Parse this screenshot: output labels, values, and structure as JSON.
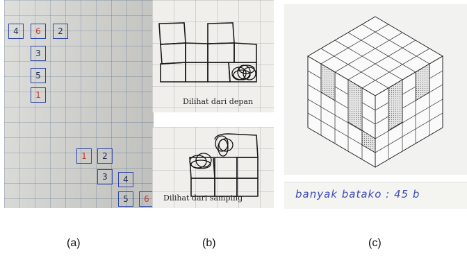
{
  "panel_a": {
    "cells": [
      {
        "text": "4",
        "red": false
      },
      {
        "text": "6",
        "red": true
      },
      {
        "text": "2",
        "red": false
      },
      {
        "text": "3",
        "red": false
      },
      {
        "text": "5",
        "red": false
      },
      {
        "text": "1",
        "red": true
      },
      {
        "text": "1",
        "red": true
      },
      {
        "text": "2",
        "red": false
      },
      {
        "text": "3",
        "red": false
      },
      {
        "text": "4",
        "red": false
      },
      {
        "text": "5",
        "red": false
      },
      {
        "text": "6",
        "red": true
      }
    ]
  },
  "panel_b": {
    "front_caption": "Dilihat dari depan",
    "side_caption": "Dilihat dari samping"
  },
  "panel_c": {
    "handwritten_note": "banyak batako : 45 b"
  },
  "labels": {
    "a": "(a)",
    "b": "(b)",
    "c": "(c)"
  }
}
